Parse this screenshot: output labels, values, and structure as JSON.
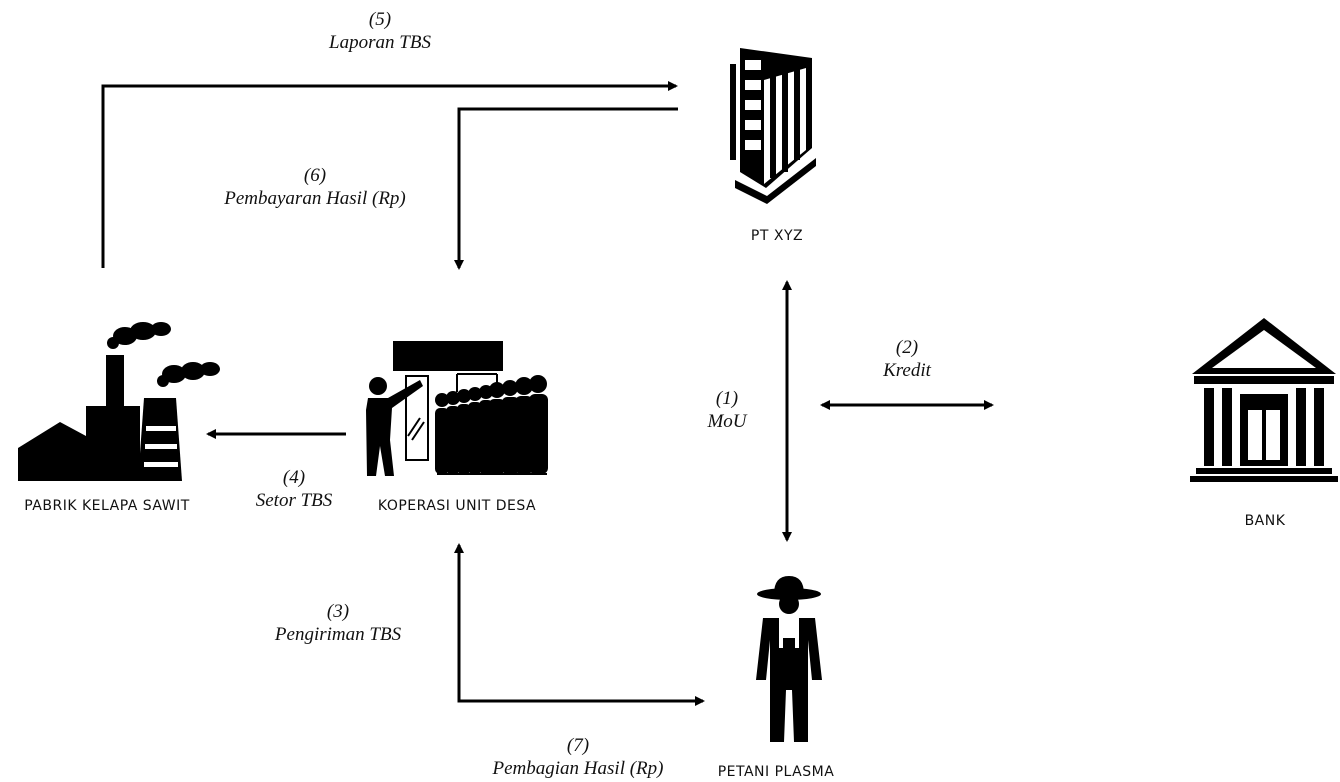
{
  "nodes": {
    "pt": {
      "label": "PT XYZ",
      "icon": "office-building-icon"
    },
    "bank": {
      "label": "BANK",
      "icon": "bank-building-icon"
    },
    "pabrik": {
      "label": "PABRIK KELAPA SAWIT",
      "icon": "factory-icon"
    },
    "koperasi": {
      "label": "KOPERASI UNIT DESA",
      "icon": "cooperative-crowd-icon"
    },
    "petani": {
      "label": "PETANI PLASMA",
      "icon": "farmer-icon"
    }
  },
  "edges": [
    {
      "num": "(1)",
      "label": "MoU",
      "from": "PT XYZ",
      "to": "PETANI PLASMA",
      "direction": "both"
    },
    {
      "num": "(2)",
      "label": "Kredit",
      "from": "PT XYZ",
      "to": "BANK",
      "direction": "both"
    },
    {
      "num": "(3)",
      "label": "Pengiriman TBS",
      "from": "PETANI PLASMA",
      "to": "KOPERASI UNIT DESA",
      "direction": "forward"
    },
    {
      "num": "(4)",
      "label": "Setor TBS",
      "from": "KOPERASI UNIT DESA",
      "to": "PABRIK KELAPA SAWIT",
      "direction": "forward"
    },
    {
      "num": "(5)",
      "label": "Laporan TBS",
      "from": "PABRIK KELAPA SAWIT",
      "to": "PT XYZ",
      "direction": "forward"
    },
    {
      "num": "(6)",
      "label": "Pembayaran Hasil (Rp)",
      "from": "PT XYZ",
      "to": "KOPERASI UNIT DESA",
      "direction": "forward"
    },
    {
      "num": "(7)",
      "label": "Pembagian Hasil (Rp)",
      "from": "KOPERASI UNIT DESA",
      "to": "PETANI PLASMA",
      "direction": "forward"
    }
  ],
  "colors": {
    "ink": "#000000",
    "background": "#ffffff"
  }
}
